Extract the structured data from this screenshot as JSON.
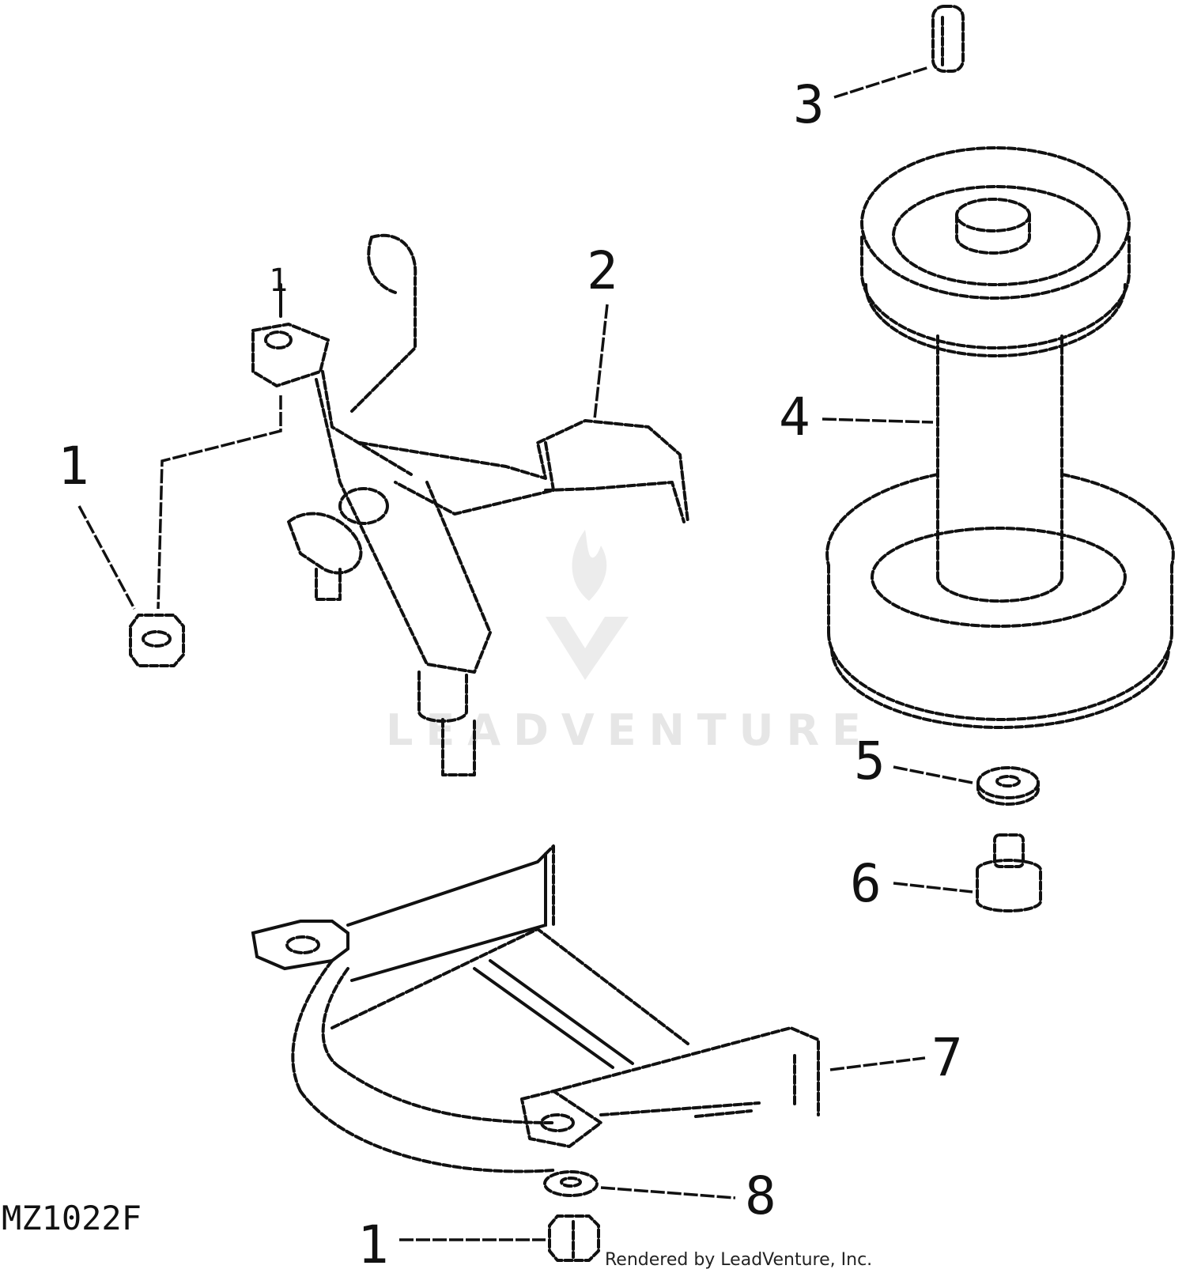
{
  "figure_code": "MZ1022F",
  "credit": "Rendered by LeadVenture, Inc.",
  "watermark": "LEADVENTURE",
  "callouts": {
    "c1_top": "1",
    "c1_left": "1",
    "c2": "2",
    "c3": "3",
    "c4": "4",
    "c5": "5",
    "c6": "6",
    "c7": "7",
    "c8": "8",
    "c1_bottom": "1"
  }
}
